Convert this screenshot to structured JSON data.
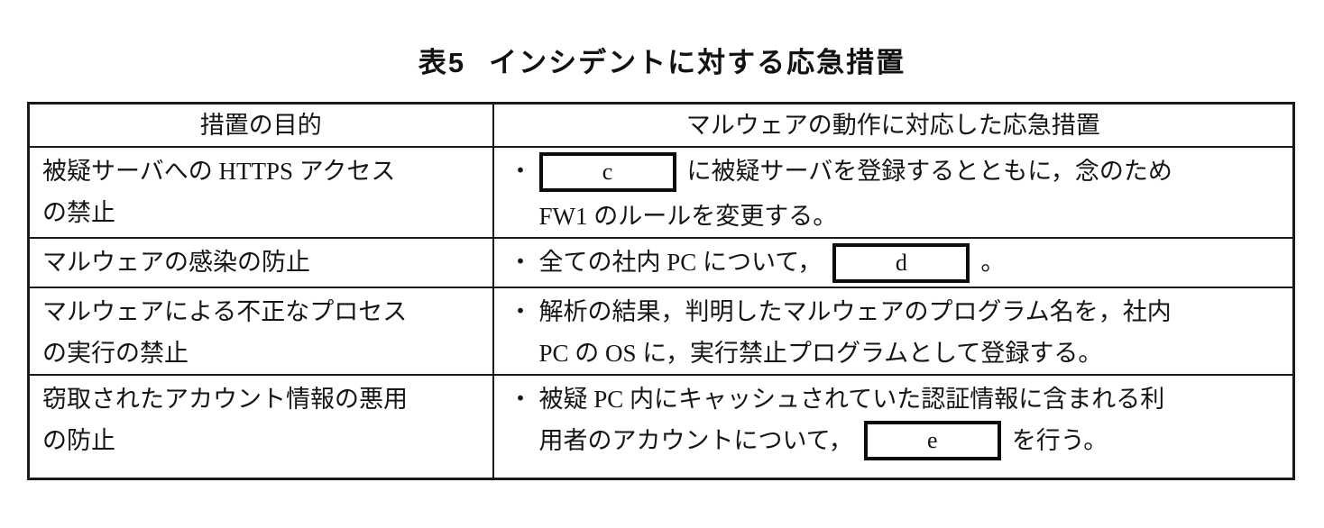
{
  "page": {
    "background": "#ffffff",
    "text_color": "#151515",
    "border_color": "#1a1a1a"
  },
  "caption": {
    "number": "表5",
    "title": "インシデントに対する応急措置"
  },
  "bullet": "・",
  "table": {
    "headers": [
      "措置の目的",
      "マルウェアの動作に対応した応急措置"
    ],
    "rows": [
      {
        "purpose_lines": [
          "被疑サーバへの HTTPS アクセス",
          "の禁止"
        ],
        "blank_label": "c",
        "measure_post_lines": [
          "に被疑サーバを登録するとともに，念のため",
          "FW1 のルールを変更する。"
        ]
      },
      {
        "purpose_lines": [
          "マルウェアの感染の防止"
        ],
        "measure_pre": "全ての社内 PC について，",
        "blank_label": "d",
        "measure_post": "。"
      },
      {
        "purpose_lines": [
          "マルウェアによる不正なプロセス",
          "の実行の禁止"
        ],
        "measure_lines": [
          "解析の結果，判明したマルウェアのプログラム名を，社内",
          "PC の OS に，実行禁止プログラムとして登録する。"
        ]
      },
      {
        "purpose_lines": [
          "窃取されたアカウント情報の悪用",
          "の防止"
        ],
        "measure_pre_lines": [
          "被疑 PC 内にキャッシュされていた認証情報に含まれる利",
          "用者のアカウントについて，"
        ],
        "blank_label": "e",
        "measure_post": "を行う。"
      }
    ]
  }
}
